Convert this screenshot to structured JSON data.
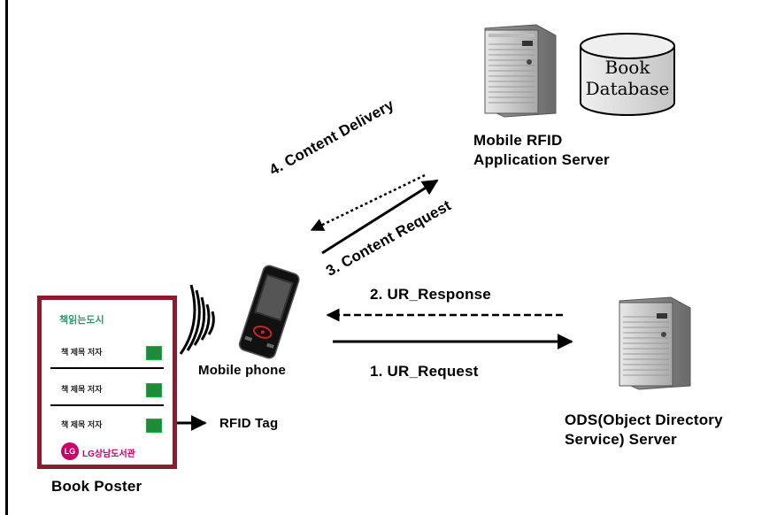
{
  "labels": {
    "book_database": "Book\nDatabase",
    "app_server": "Mobile RFID\nApplication Server",
    "content_delivery": "4. Content Delivery",
    "content_request": "3. Content Request",
    "ur_response": "2. UR_Response",
    "ur_request": "1. UR_Request",
    "mobile_phone": "Mobile phone",
    "rfid_tag": "RFID Tag",
    "ods_server": "ODS(Object Directory\nService) Server",
    "book_poster": "Book Poster"
  },
  "poster": {
    "header": "책읽는도시",
    "rows": [
      "책 제목 저자",
      "책 제목 저자",
      "책 제목 저자"
    ],
    "brand_logo": "LG",
    "brand_text": "LG상남도서관"
  },
  "colors": {
    "poster_border": "#8a1c2e",
    "server_body": "#cfcfcf",
    "database_fill": "#d9d9d9"
  }
}
